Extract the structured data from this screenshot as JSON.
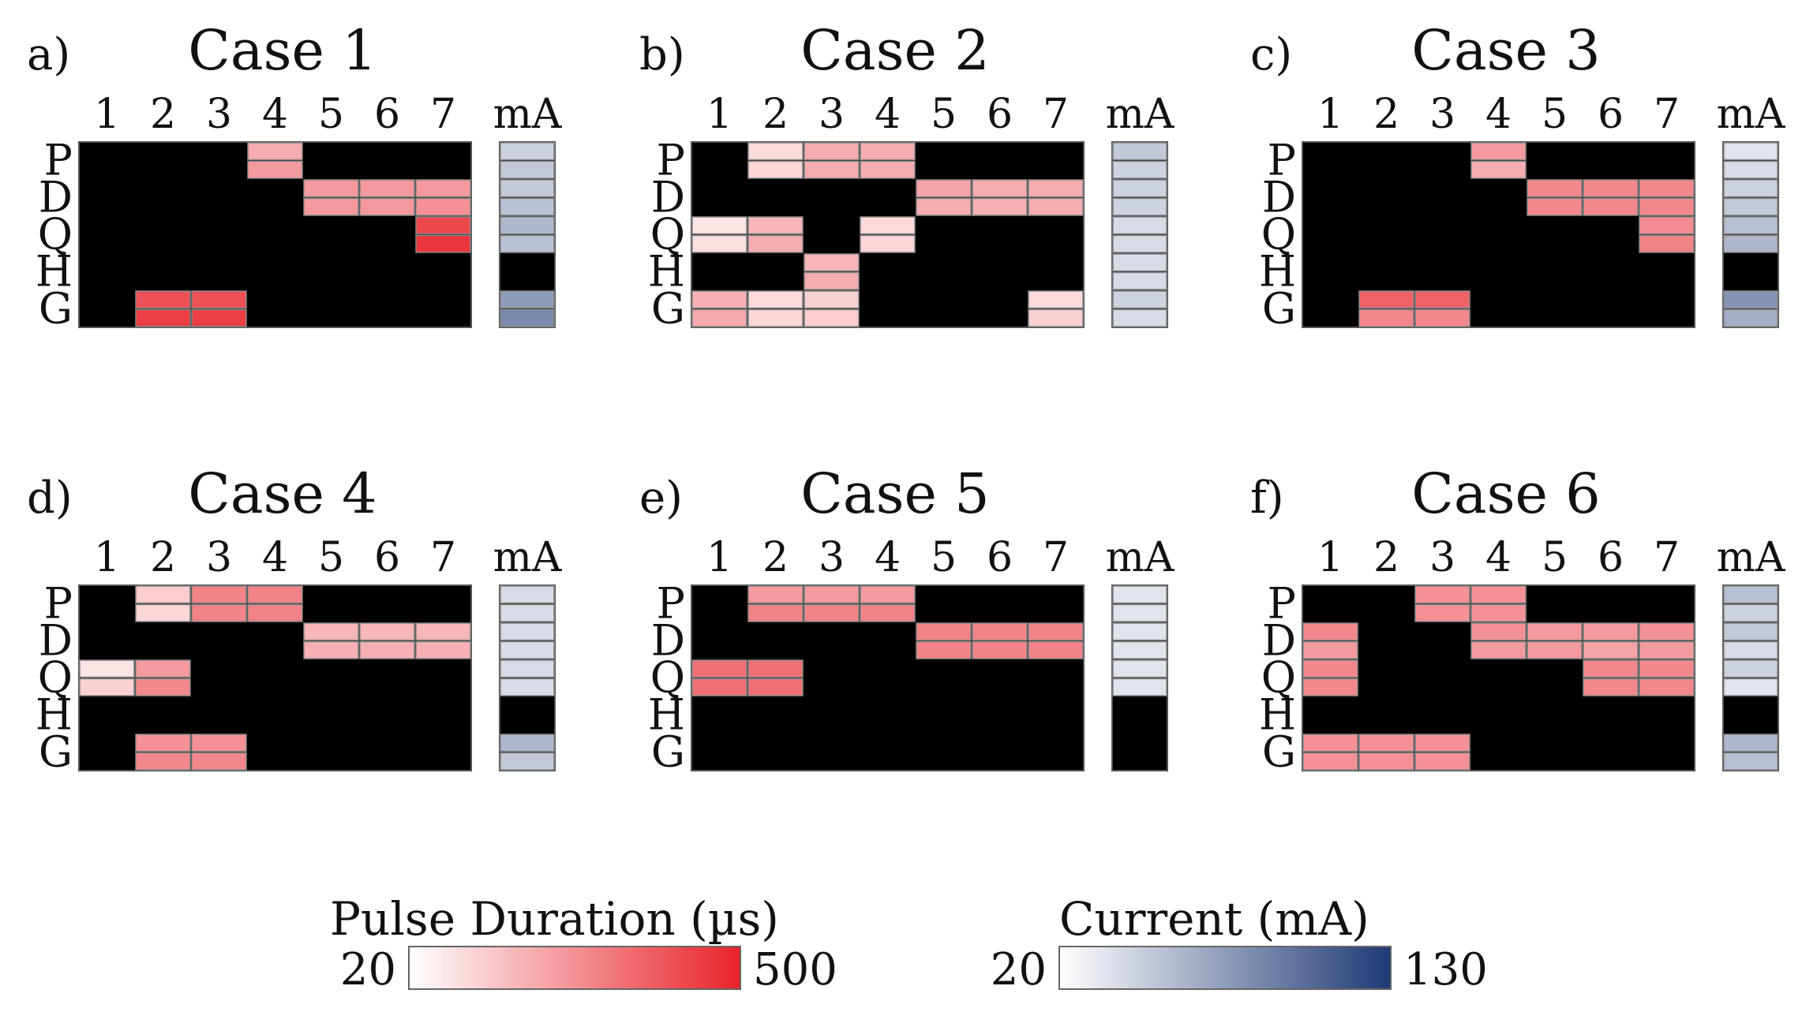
{
  "chart_data": [
    {
      "type": "heatmap",
      "panel_label": "a)",
      "title": "Case 1",
      "columns": [
        "1",
        "2",
        "3",
        "4",
        "5",
        "6",
        "7"
      ],
      "rows": [
        "P",
        "D",
        "Q",
        "H",
        "G"
      ],
      "current_label": "mA",
      "pulse_duration_us": [
        [
          null,
          null,
          null,
          [
            200,
            240
          ],
          null,
          null,
          null
        ],
        [
          null,
          null,
          null,
          null,
          [
            240,
            240
          ],
          [
            240,
            240
          ],
          [
            240,
            260
          ]
        ],
        [
          null,
          null,
          null,
          null,
          null,
          null,
          [
            420,
            460
          ]
        ],
        [
          null,
          null,
          null,
          null,
          null,
          null,
          null
        ],
        [
          null,
          [
            400,
            440
          ],
          [
            400,
            440
          ],
          null,
          null,
          null,
          null
        ]
      ],
      "current_mA": [
        [
          45,
          50
        ],
        [
          50,
          55
        ],
        [
          60,
          55
        ],
        [
          null,
          null
        ],
        [
          75,
          85
        ]
      ]
    },
    {
      "type": "heatmap",
      "panel_label": "b)",
      "title": "Case 2",
      "columns": [
        "1",
        "2",
        "3",
        "4",
        "5",
        "6",
        "7"
      ],
      "rows": [
        "P",
        "D",
        "Q",
        "H",
        "G"
      ],
      "current_label": "mA",
      "pulse_duration_us": [
        [
          null,
          [
            100,
            110
          ],
          [
            200,
            200
          ],
          [
            200,
            200
          ],
          null,
          null,
          null
        ],
        [
          null,
          null,
          null,
          null,
          [
            220,
            200
          ],
          [
            200,
            190
          ],
          [
            200,
            200
          ]
        ],
        [
          [
            80,
            90
          ],
          [
            180,
            200
          ],
          null,
          [
            100,
            110
          ],
          null,
          null,
          null
        ],
        [
          null,
          null,
          [
            180,
            200
          ],
          null,
          null,
          null,
          null
        ],
        [
          [
            190,
            210
          ],
          [
            100,
            110
          ],
          [
            120,
            130
          ],
          null,
          null,
          null,
          [
            100,
            120
          ]
        ]
      ],
      "current_mA": [
        [
          50,
          45
        ],
        [
          45,
          45
        ],
        [
          40,
          40
        ],
        [
          40,
          40
        ],
        [
          45,
          40
        ]
      ]
    },
    {
      "type": "heatmap",
      "panel_label": "c)",
      "title": "Case 3",
      "columns": [
        "1",
        "2",
        "3",
        "4",
        "5",
        "6",
        "7"
      ],
      "rows": [
        "P",
        "D",
        "Q",
        "H",
        "G"
      ],
      "current_label": "mA",
      "pulse_duration_us": [
        [
          null,
          null,
          null,
          [
            240,
            200
          ],
          null,
          null,
          null
        ],
        [
          null,
          null,
          null,
          null,
          [
            280,
            280
          ],
          [
            280,
            280
          ],
          [
            280,
            280
          ]
        ],
        [
          null,
          null,
          null,
          null,
          null,
          null,
          [
            270,
            290
          ]
        ],
        [
          null,
          null,
          null,
          null,
          null,
          null,
          null
        ],
        [
          null,
          [
            360,
            280
          ],
          [
            360,
            280
          ],
          null,
          null,
          null,
          null
        ]
      ],
      "current_mA": [
        [
          35,
          40
        ],
        [
          45,
          50
        ],
        [
          55,
          60
        ],
        [
          null,
          null
        ],
        [
          80,
          65
        ]
      ]
    },
    {
      "type": "heatmap",
      "panel_label": "d)",
      "title": "Case 4",
      "columns": [
        "1",
        "2",
        "3",
        "4",
        "5",
        "6",
        "7"
      ],
      "rows": [
        "P",
        "D",
        "Q",
        "H",
        "G"
      ],
      "current_label": "mA",
      "pulse_duration_us": [
        [
          null,
          [
            130,
            110
          ],
          [
            290,
            290
          ],
          [
            290,
            290
          ],
          null,
          null,
          null
        ],
        [
          null,
          null,
          null,
          null,
          [
            180,
            190
          ],
          [
            180,
            190
          ],
          [
            180,
            190
          ]
        ],
        [
          [
            80,
            120
          ],
          [
            240,
            280
          ],
          null,
          null,
          null,
          null,
          null
        ],
        [
          null,
          null,
          null,
          null,
          null,
          null,
          null
        ],
        [
          null,
          [
            260,
            280
          ],
          [
            260,
            280
          ],
          null,
          null,
          null,
          null
        ]
      ],
      "current_mA": [
        [
          40,
          40
        ],
        [
          40,
          40
        ],
        [
          40,
          40
        ],
        [
          null,
          null
        ],
        [
          60,
          50
        ]
      ]
    },
    {
      "type": "heatmap",
      "panel_label": "e)",
      "title": "Case 5",
      "columns": [
        "1",
        "2",
        "3",
        "4",
        "5",
        "6",
        "7"
      ],
      "rows": [
        "P",
        "D",
        "Q",
        "H",
        "G"
      ],
      "current_label": "mA",
      "pulse_duration_us": [
        [
          null,
          [
            240,
            290
          ],
          [
            240,
            290
          ],
          [
            240,
            290
          ],
          null,
          null,
          null
        ],
        [
          null,
          null,
          null,
          null,
          [
            290,
            290
          ],
          [
            290,
            290
          ],
          [
            290,
            290
          ]
        ],
        [
          [
            330,
            330
          ],
          [
            330,
            330
          ],
          null,
          null,
          null,
          null,
          null
        ],
        [
          null,
          null,
          null,
          null,
          null,
          null,
          null
        ],
        [
          null,
          null,
          null,
          null,
          null,
          null,
          null
        ]
      ],
      "current_mA": [
        [
          35,
          35
        ],
        [
          35,
          35
        ],
        [
          35,
          35
        ],
        [
          null,
          null
        ],
        [
          null,
          null
        ]
      ]
    },
    {
      "type": "heatmap",
      "panel_label": "f)",
      "title": "Case 6",
      "columns": [
        "1",
        "2",
        "3",
        "4",
        "5",
        "6",
        "7"
      ],
      "rows": [
        "P",
        "D",
        "Q",
        "H",
        "G"
      ],
      "current_label": "mA",
      "pulse_duration_us": [
        [
          null,
          null,
          [
            260,
            260
          ],
          [
            260,
            260
          ],
          null,
          null,
          null
        ],
        [
          [
            280,
            240
          ],
          null,
          null,
          [
            260,
            240
          ],
          [
            240,
            240
          ],
          [
            240,
            220
          ],
          [
            260,
            240
          ]
        ],
        [
          [
            280,
            280
          ],
          null,
          null,
          null,
          null,
          [
            280,
            280
          ],
          [
            280,
            280
          ]
        ],
        [
          null,
          null,
          null,
          null,
          null,
          null,
          null
        ],
        [
          [
            260,
            260
          ],
          [
            260,
            260
          ],
          [
            260,
            260
          ],
          null,
          null,
          null,
          null
        ]
      ],
      "current_mA": [
        [
          55,
          45
        ],
        [
          50,
          40
        ],
        [
          45,
          35
        ],
        [
          null,
          null
        ],
        [
          60,
          55
        ]
      ]
    }
  ],
  "legend": {
    "pulse": {
      "title": "Pulse Duration (µs)",
      "min_label": "20",
      "max_label": "500",
      "min": 20,
      "max": 500,
      "color_min": "#ffffff",
      "color_max": "#e8232a"
    },
    "current": {
      "title": "Current (mA)",
      "min_label": "20",
      "max_label": "130",
      "min": 20,
      "max": 130,
      "color_min": "#ffffff",
      "color_max": "#1f3a75"
    }
  },
  "colors": {
    "background": "#000000",
    "cell_border": "#888888"
  }
}
